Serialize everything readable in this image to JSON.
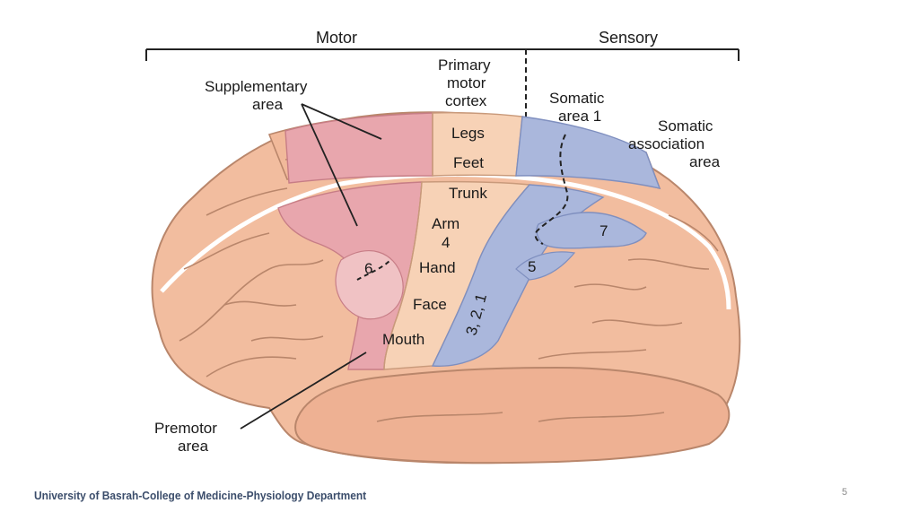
{
  "header": {
    "motor": "Motor",
    "sensory": "Sensory"
  },
  "labels": {
    "primary_motor_cortex": [
      "Primary",
      "motor",
      "cortex"
    ],
    "supplementary_area": [
      "Supplementary",
      "area"
    ],
    "somatic_area_1": [
      "Somatic",
      "area 1"
    ],
    "somatic_association_area": [
      "Somatic",
      "association",
      "area"
    ],
    "premotor_area": [
      "Premotor",
      "area"
    ]
  },
  "motor_regions": {
    "legs": "Legs",
    "feet": "Feet",
    "trunk": "Trunk",
    "arm": "Arm",
    "arm_number": "4",
    "hand": "Hand",
    "face": "Face",
    "mouth": "Mouth"
  },
  "area_numbers": {
    "six": "6",
    "five": "5",
    "seven": "7",
    "three_two_one": "3, 2, 1"
  },
  "colors": {
    "brain": "#f2bd9f",
    "motor": "#e8a6ad",
    "sensory": "#aab7dc",
    "primary_motor": "#f7d2b6"
  },
  "footer": {
    "text": "University of Basrah-College of Medicine-Physiology Department",
    "page": "5"
  }
}
